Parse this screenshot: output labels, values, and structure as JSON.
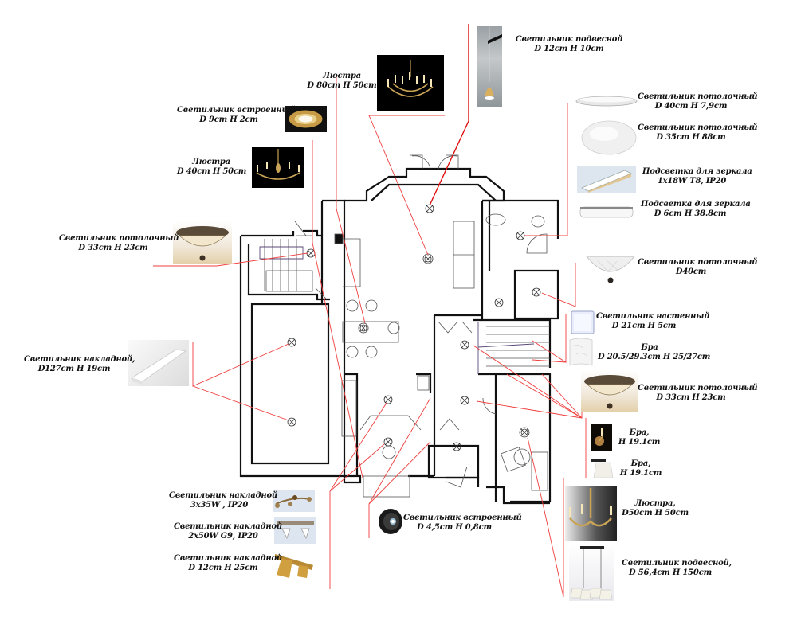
{
  "diagram": {
    "type": "floor-plan-lighting-layout",
    "accent_colors": {
      "leader_line": "#ef3e3e",
      "wall": "#111111",
      "furniture": "#555555",
      "stair": "#5b4a7a"
    }
  },
  "fixtures": [
    {
      "id": "pendant-small",
      "name": "Светильник подвесной",
      "spec": "D 12cm  H 10cm",
      "image": "pendant-bell"
    },
    {
      "id": "chandelier-large",
      "name": "Люстра",
      "spec": "D 80cm  H 50cm",
      "image": "chandelier-gold-large"
    },
    {
      "id": "recessed-gold",
      "name": "Светильник встроенный",
      "spec": "D 9cm  H 2cm",
      "image": "recessed-gold-ring"
    },
    {
      "id": "chandelier-medium",
      "name": "Люстра",
      "spec": "D 40cm  H 50cm",
      "image": "chandelier-gold-medium"
    },
    {
      "id": "ceiling-bronze-left",
      "name": "Светильник потолочный",
      "spec": "D 33cm  H 23cm",
      "image": "ceiling-bronze-bowl"
    },
    {
      "id": "surface-linear",
      "name": "Светильник накладной,",
      "spec": "D127cm  H 19cm",
      "image": "linear-surface-light"
    },
    {
      "id": "ceiling-slim",
      "name": "Светильник потолочный",
      "spec": "D 40cm  H 7,9cm",
      "image": "ceiling-slim-disc"
    },
    {
      "id": "ceiling-dome",
      "name": "Светильник потолочный",
      "spec": "D 35cm  H 88cm",
      "image": "ceiling-white-dome"
    },
    {
      "id": "mirror-light-1",
      "name": "Подсветка для зеркала",
      "spec": "1x18W  T8, IP20",
      "image": "mirror-tube-light"
    },
    {
      "id": "mirror-light-2",
      "name": "Подсветка для зеркала",
      "spec": "D 6cm  H 38.8cm",
      "image": "mirror-bar-light"
    },
    {
      "id": "ceiling-glass-bowl",
      "name": "Светильник потолочный",
      "spec": "D40cm",
      "image": "ceiling-glass-bowl"
    },
    {
      "id": "wall-square",
      "name": "Светильник настенный",
      "spec": "D 21cm  H 5cm",
      "image": "wall-square-panel"
    },
    {
      "id": "sconce-curved",
      "name": "Бра",
      "spec": "D 20.5/29.3cm  H 25/27cm",
      "image": "sconce-curved-white"
    },
    {
      "id": "ceiling-bronze-right",
      "name": "Светильник потолочный",
      "spec": "D 33cm  H 23cm",
      "image": "ceiling-bronze-bowl"
    },
    {
      "id": "sconce-candle",
      "name": "Бра,",
      "spec": "H 19.1cm",
      "image": "sconce-candle-gold"
    },
    {
      "id": "sconce-shade",
      "name": "Бра,",
      "spec": "H 19.1cm",
      "image": "sconce-white-shade"
    },
    {
      "id": "chandelier-small",
      "name": "Люстра,",
      "spec": "D50cm  H 50cm",
      "image": "chandelier-gold-3arm"
    },
    {
      "id": "pendant-bar",
      "name": "Светильник подвесной,",
      "spec": "D 56,4cm  H 150cm",
      "image": "pendant-bar-4shade"
    },
    {
      "id": "spot-3x35",
      "name": "Светильник накладной",
      "spec": "3x35W , IP20",
      "image": "spot-bar-3"
    },
    {
      "id": "spot-2x50",
      "name": "Светильник накладной",
      "spec": "2x50W  G9, IP20",
      "image": "spot-bar-2"
    },
    {
      "id": "spot-gold",
      "name": "Светильник накладной",
      "spec": "D 12cm  H 25cm",
      "image": "spot-gold-2"
    },
    {
      "id": "recessed-black",
      "name": "Светильник встроенный",
      "spec": "D 4,5cm H 0,8cm",
      "image": "recessed-black-round"
    }
  ]
}
